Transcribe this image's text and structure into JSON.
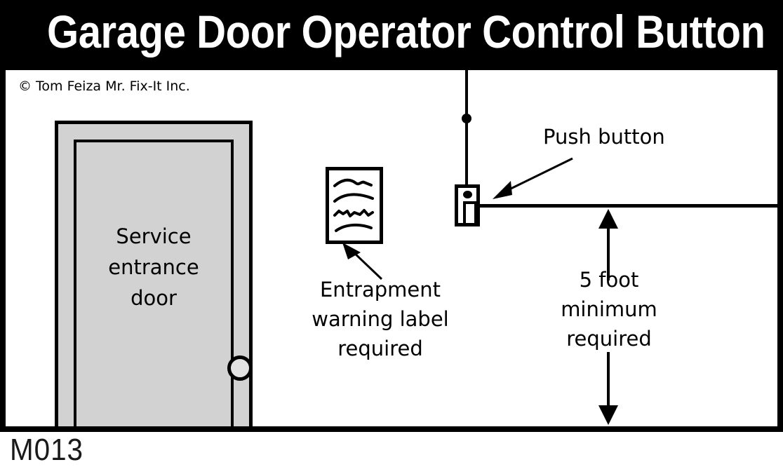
{
  "header": {
    "title": "Garage Door Operator Control Button",
    "background_color": "#000000",
    "text_color": "#ffffff"
  },
  "panel": {
    "copyright": "© Tom Feiza Mr. Fix-It Inc.",
    "background_color": "#ffffff",
    "border_color": "#000000"
  },
  "diagram": {
    "door": {
      "label_line_1": "Service",
      "label_line_2": "entrance",
      "label_line_3": "door",
      "fill_color": "#d2d2d2",
      "knob_name": "doorknob"
    },
    "warning_label": {
      "icon_name": "warning-label-sheet",
      "line_count": 4
    },
    "push_button": {
      "callout": "Push button",
      "icon_name": "wall-push-button"
    },
    "entrapment_callout": {
      "line_1": "Entrapment",
      "line_2": "warning label",
      "line_3": "required"
    },
    "dimension_callout": {
      "line_1": "5 foot",
      "line_2": "minimum",
      "line_3": "required",
      "value": "5",
      "unit": "foot",
      "qualifier": "minimum required"
    }
  },
  "footer": {
    "code": "M013"
  }
}
